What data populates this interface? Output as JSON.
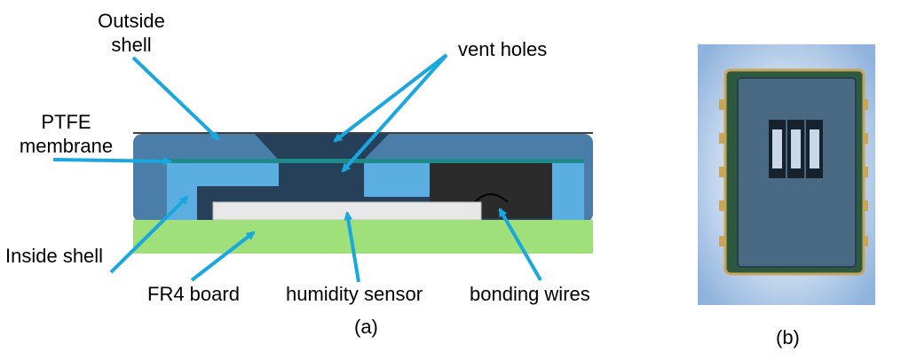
{
  "panel_a": {
    "caption": "(a)",
    "labels": {
      "outside_shell": "Outside shell",
      "vent_holes": "vent holes",
      "ptfe_membrane": "PTFE membrane",
      "inside_shell": "Inside shell",
      "fr4_board": "FR4 board",
      "humidity_sensor": "humidity sensor",
      "bonding_wires": "bonding wires"
    }
  },
  "panel_b": {
    "caption": "(b)"
  },
  "colors": {
    "outside_shell": "#4a7ea8",
    "inside_shell": "#5aaee0",
    "cavity": "#26405a",
    "membrane": "#1f8a8a",
    "fr4_board": "#9fe07a",
    "sensor": "#e8e8e8",
    "wire_cavity": "#2b2b2b",
    "arrow": "#1aa7e0"
  }
}
